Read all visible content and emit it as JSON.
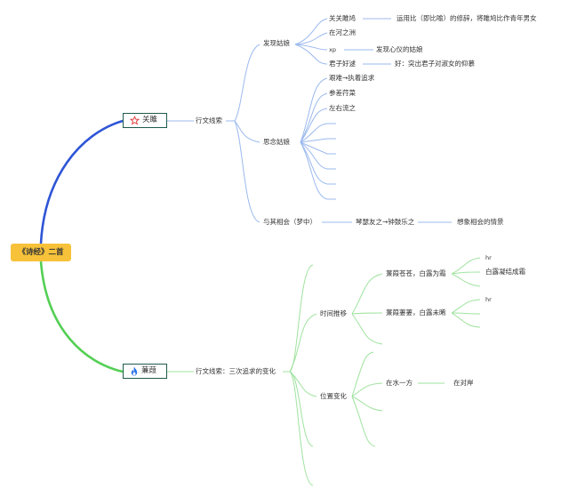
{
  "root": {
    "title": "《诗经》二首"
  },
  "colors": {
    "root_fill": "#f7c23a",
    "branch_blue": "#2e55d6",
    "branch_green": "#54cf54",
    "blue_lines": "#9bb9ee",
    "green_lines": "#9fe39f",
    "node_border": "#1f5a4c"
  },
  "guanju": {
    "title": "关雎",
    "icon": "star-icon",
    "thread": "行文线索",
    "discover": {
      "label": "发现姑娘",
      "items": [
        {
          "text": "关关雎鸠",
          "note": "运用比（即比喻）的修辞，将雎鸠比作青年男女"
        },
        {
          "text": "在河之洲",
          "note": ""
        },
        {
          "text": "xp",
          "note": "发现心仪的姑娘"
        },
        {
          "text": "君子好逑",
          "note": "好：突出君子对淑女的仰慕"
        }
      ]
    },
    "longing": {
      "label": "思念姑娘",
      "items": [
        "艰难→执着追求",
        "参差荇菜",
        "左右流之"
      ]
    },
    "dream": {
      "label": "与其相会（梦中）",
      "step": "琴瑟友之→钟鼓乐之",
      "result": "想象相会的情景"
    }
  },
  "jianjia": {
    "title": "蒹葭",
    "icon": "flame-icon",
    "thread": "行文线索：三次追求的变化",
    "time": {
      "label": "时间推移",
      "stage1": {
        "text": "蒹葭苍苍，白露为霜",
        "leaves": [
          "hr",
          "白露凝结成霜"
        ]
      },
      "stage2": {
        "text": "蒹葭萋萋，白露未晞",
        "leaves": [
          "hr"
        ]
      }
    },
    "place": {
      "label": "位置变化",
      "stage1": {
        "text": "在水一方",
        "leaf": "在对岸"
      }
    }
  }
}
